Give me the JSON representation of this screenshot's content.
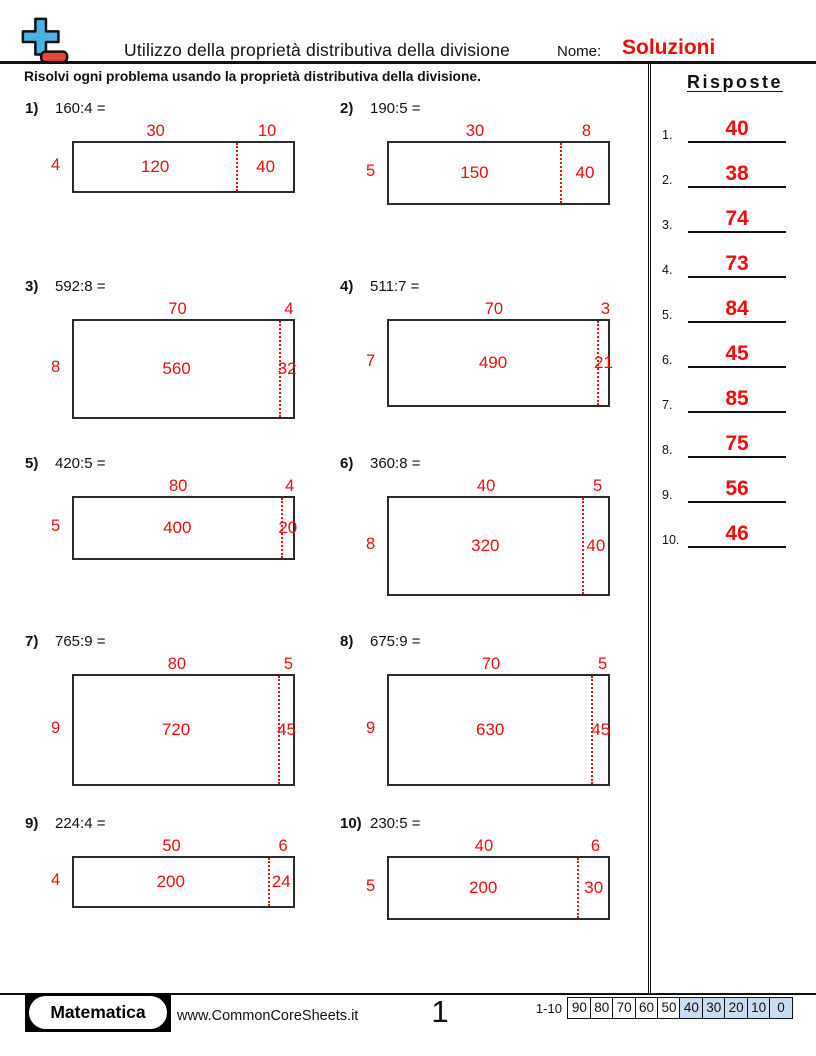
{
  "header": {
    "title": "Utilizzo della proprietà distributiva della divisione",
    "name_label": "Nome:",
    "solutions_label": "Soluzioni"
  },
  "instructions": "Risolvi ogni problema usando la proprietà distributiva della divisione.",
  "answers": {
    "title": "Risposte",
    "items": [
      {
        "num": "1.",
        "value": "40"
      },
      {
        "num": "2.",
        "value": "38"
      },
      {
        "num": "3.",
        "value": "74"
      },
      {
        "num": "4.",
        "value": "73"
      },
      {
        "num": "5.",
        "value": "84"
      },
      {
        "num": "6.",
        "value": "45"
      },
      {
        "num": "7.",
        "value": "85"
      },
      {
        "num": "8.",
        "value": "75"
      },
      {
        "num": "9.",
        "value": "56"
      },
      {
        "num": "10.",
        "value": "46"
      }
    ]
  },
  "problems": [
    {
      "num": "1)",
      "expression": "160:4 =",
      "divisor": 4,
      "quotient_parts": [
        30,
        10
      ],
      "dividend_parts": [
        120,
        40
      ]
    },
    {
      "num": "2)",
      "expression": "190:5 =",
      "divisor": 5,
      "quotient_parts": [
        30,
        8
      ],
      "dividend_parts": [
        150,
        40
      ]
    },
    {
      "num": "3)",
      "expression": "592:8 =",
      "divisor": 8,
      "quotient_parts": [
        70,
        4
      ],
      "dividend_parts": [
        560,
        32
      ]
    },
    {
      "num": "4)",
      "expression": "511:7 =",
      "divisor": 7,
      "quotient_parts": [
        70,
        3
      ],
      "dividend_parts": [
        490,
        21
      ]
    },
    {
      "num": "5)",
      "expression": "420:5 =",
      "divisor": 5,
      "quotient_parts": [
        80,
        4
      ],
      "dividend_parts": [
        400,
        20
      ]
    },
    {
      "num": "6)",
      "expression": "360:8 =",
      "divisor": 8,
      "quotient_parts": [
        40,
        5
      ],
      "dividend_parts": [
        320,
        40
      ]
    },
    {
      "num": "7)",
      "expression": "765:9 =",
      "divisor": 9,
      "quotient_parts": [
        80,
        5
      ],
      "dividend_parts": [
        720,
        45
      ]
    },
    {
      "num": "8)",
      "expression": "675:9 =",
      "divisor": 9,
      "quotient_parts": [
        70,
        5
      ],
      "dividend_parts": [
        630,
        45
      ]
    },
    {
      "num": "9)",
      "expression": "224:4 =",
      "divisor": 4,
      "quotient_parts": [
        50,
        6
      ],
      "dividend_parts": [
        200,
        24
      ]
    },
    {
      "num": "10)",
      "expression": "230:5 =",
      "divisor": 5,
      "quotient_parts": [
        40,
        6
      ],
      "dividend_parts": [
        200,
        30
      ]
    }
  ],
  "footer": {
    "subject": "Matematica",
    "website": "www.CommonCoreSheets.it",
    "page_number": "1",
    "score_range_label": "1-10",
    "score_cells": [
      {
        "value": "90",
        "highlighted": false
      },
      {
        "value": "80",
        "highlighted": false
      },
      {
        "value": "70",
        "highlighted": false
      },
      {
        "value": "60",
        "highlighted": false
      },
      {
        "value": "50",
        "highlighted": false
      },
      {
        "value": "40",
        "highlighted": true
      },
      {
        "value": "30",
        "highlighted": true
      },
      {
        "value": "20",
        "highlighted": true
      },
      {
        "value": "10",
        "highlighted": true
      },
      {
        "value": "0",
        "highlighted": true
      }
    ]
  },
  "colors": {
    "accent_red": "#f40b0b",
    "logo_blue": "#4cb2e4",
    "logo_red": "#e8453c",
    "score_highlight": "#c9ddf2"
  }
}
